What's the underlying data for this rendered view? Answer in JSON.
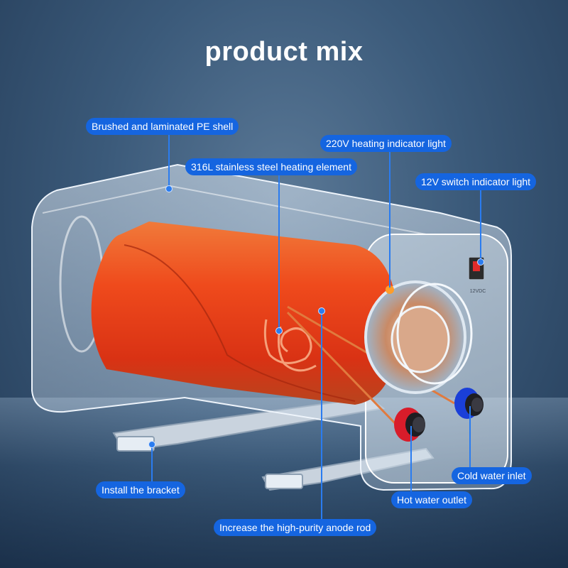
{
  "title": "product mix",
  "colors": {
    "callout_bg": "#1565e0",
    "tank": "#e8401c",
    "hot_fitting": "#d81c2a",
    "cold_fitting": "#1a3fd8"
  },
  "device": {
    "switch_label": "12VDC"
  },
  "callouts": {
    "shell": "Brushed and laminated PE shell",
    "indicator_220v": "220V heating indicator light",
    "heating_element": "316L stainless steel heating element",
    "switch_12v": "12V switch indicator light",
    "cold_inlet": "Cold water inlet",
    "bracket": "Install the bracket",
    "hot_outlet": "Hot water outlet",
    "anode_rod": "Increase the high-purity anode rod"
  }
}
